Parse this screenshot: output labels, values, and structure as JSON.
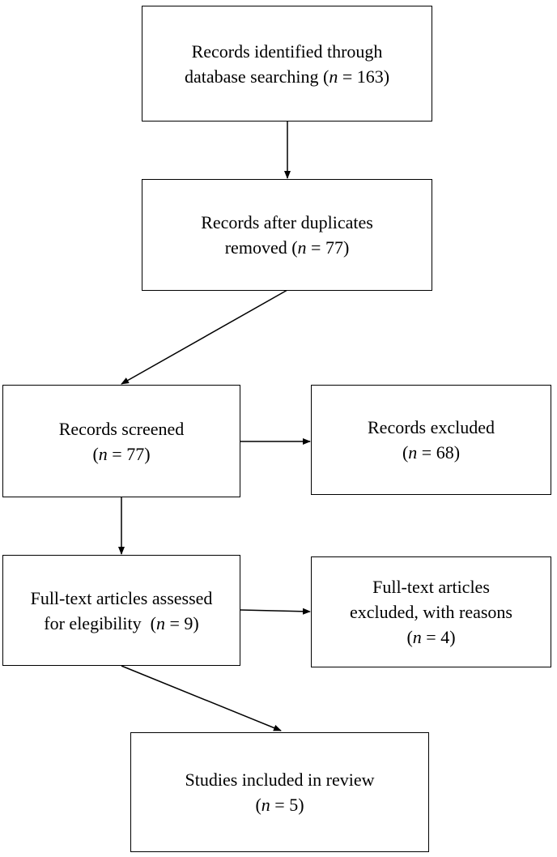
{
  "boxes": {
    "identified": {
      "line1": "Records identified through",
      "line2_pre": "database searching (",
      "n_symbol": "n",
      "line2_post": " = 163)"
    },
    "dedup": {
      "line1": "Records after duplicates",
      "line2_pre": "removed (",
      "n_symbol": "n",
      "line2_post": " = 77)"
    },
    "screened": {
      "line1": "Records screened",
      "line2_pre": "(",
      "n_symbol": "n",
      "line2_post": " = 77)"
    },
    "excluded": {
      "line1": "Records excluded",
      "line2_pre": "(",
      "n_symbol": "n",
      "line2_post": " = 68)"
    },
    "fulltext": {
      "line1": "Full-text articles assessed",
      "line2_pre": "for elegibility  (",
      "n_symbol": "n",
      "line2_post": " = 9)"
    },
    "fulltext_excluded": {
      "line1": "Full-text articles",
      "line2": "excluded, with reasons",
      "line3_pre": "(",
      "n_symbol": "n",
      "line3_post": " = 4)"
    },
    "included": {
      "line1": "Studies included in review",
      "line2_pre": "(",
      "n_symbol": "n",
      "line2_post": " = 5)"
    }
  }
}
